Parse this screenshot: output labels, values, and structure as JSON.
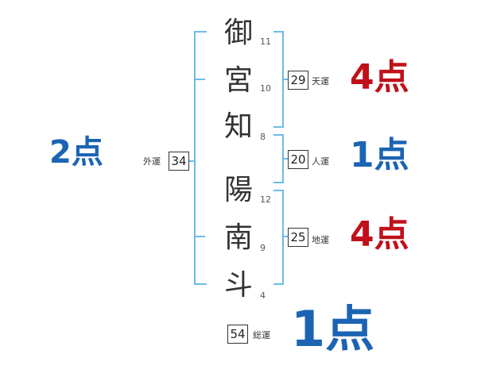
{
  "name_characters": [
    {
      "char": "御",
      "strokes": "11"
    },
    {
      "char": "宮",
      "strokes": "10"
    },
    {
      "char": "知",
      "strokes": "8"
    },
    {
      "char": "陽",
      "strokes": "12"
    },
    {
      "char": "南",
      "strokes": "9"
    },
    {
      "char": "斗",
      "strokes": "4"
    }
  ],
  "fortunes": {
    "tenun": {
      "value": "29",
      "label": "天運",
      "score": "4点",
      "color": "#c0101a"
    },
    "jinun": {
      "value": "20",
      "label": "人運",
      "score": "1点",
      "color": "#1b64b4"
    },
    "chiun": {
      "value": "25",
      "label": "地運",
      "score": "4点",
      "color": "#c0101a"
    },
    "gaiun": {
      "value": "34",
      "label": "外運",
      "score": "2点",
      "color": "#1b64b4"
    },
    "soun": {
      "value": "54",
      "label": "総運",
      "score": "1点",
      "color": "#1b64b4"
    }
  },
  "colors": {
    "bracket": "#6bbde6",
    "box_border": "#333333"
  }
}
